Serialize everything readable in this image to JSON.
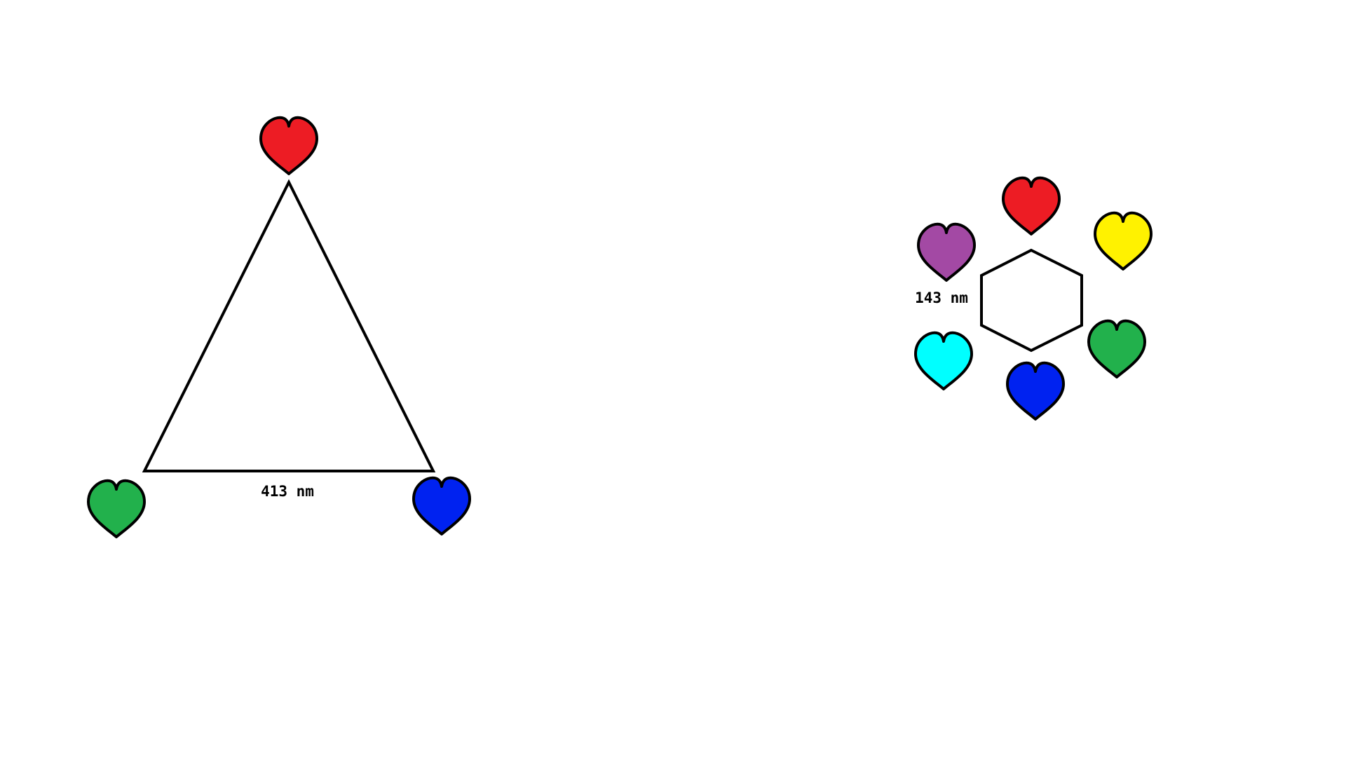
{
  "triangle": {
    "edge_label": "413 nm",
    "vertex_hearts": [
      {
        "position": "top",
        "color": "#ed1c24",
        "icon": "heart-icon"
      },
      {
        "position": "bottom-left",
        "color": "#22b14c",
        "icon": "heart-icon"
      },
      {
        "position": "bottom-right",
        "color": "#0022f0",
        "icon": "heart-icon"
      }
    ]
  },
  "hexagon": {
    "edge_label": "143 nm",
    "vertex_hearts": [
      {
        "position": "top",
        "color": "#ed1c24",
        "icon": "heart-icon"
      },
      {
        "position": "top-right",
        "color": "#fff200",
        "icon": "heart-icon"
      },
      {
        "position": "bottom-right",
        "color": "#22b14c",
        "icon": "heart-icon"
      },
      {
        "position": "bottom",
        "color": "#0022f0",
        "icon": "heart-icon"
      },
      {
        "position": "bottom-left",
        "color": "#00ffff",
        "icon": "heart-icon"
      },
      {
        "position": "top-left",
        "color": "#a349a4",
        "icon": "heart-icon"
      }
    ]
  }
}
